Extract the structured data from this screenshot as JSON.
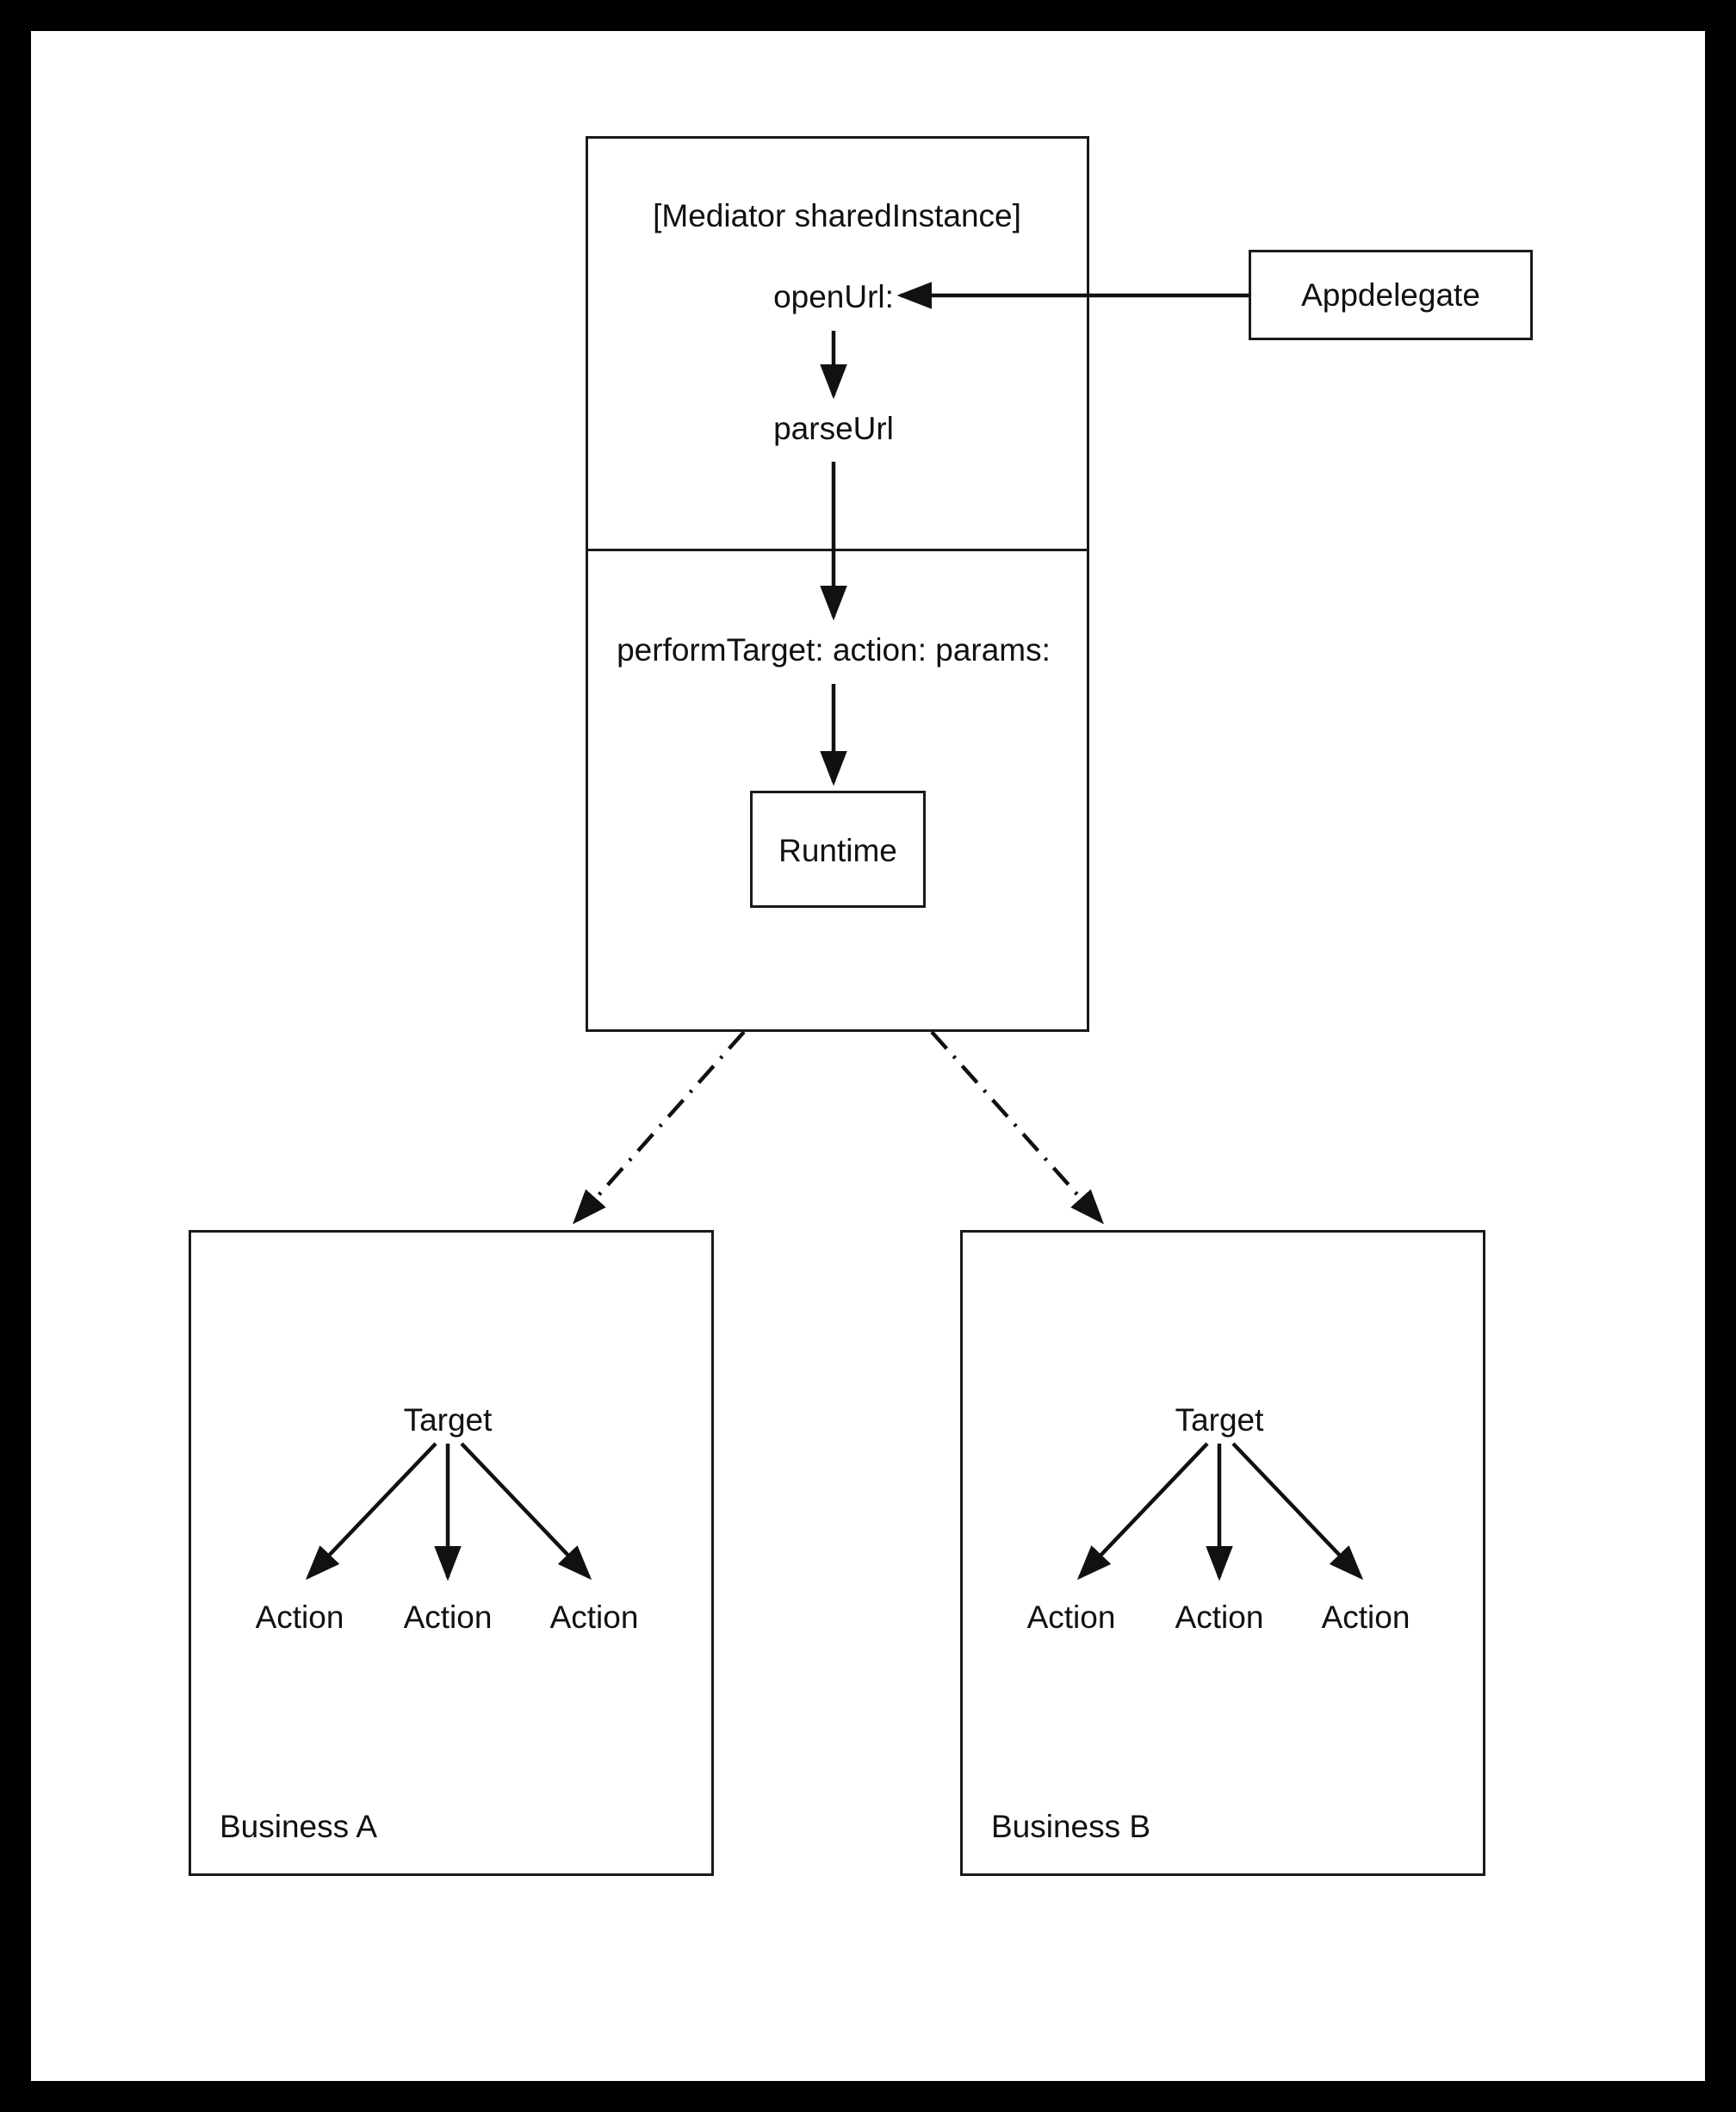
{
  "diagram": {
    "title_hidden": "",
    "colors": {
      "frame": "#000000",
      "canvas": "#ffffff",
      "stroke": "#1a1a1a",
      "text": "#111111"
    },
    "mediator": {
      "header_label": "[Mediator sharedInstance]",
      "methods": [
        {
          "label": "openUrl:"
        },
        {
          "label": "parseUrl"
        },
        {
          "label": "performTarget: action: params:"
        }
      ],
      "runtime_box_label": "Runtime"
    },
    "appdelegate": {
      "label": "Appdelegate"
    },
    "businesses": [
      {
        "name_label": "Business A",
        "target_label": "Target",
        "actions": [
          {
            "label": "Action"
          },
          {
            "label": "Action"
          },
          {
            "label": "Action"
          }
        ]
      },
      {
        "name_label": "Business B",
        "target_label": "Target",
        "actions": [
          {
            "label": "Action"
          },
          {
            "label": "Action"
          },
          {
            "label": "Action"
          }
        ]
      }
    ]
  }
}
